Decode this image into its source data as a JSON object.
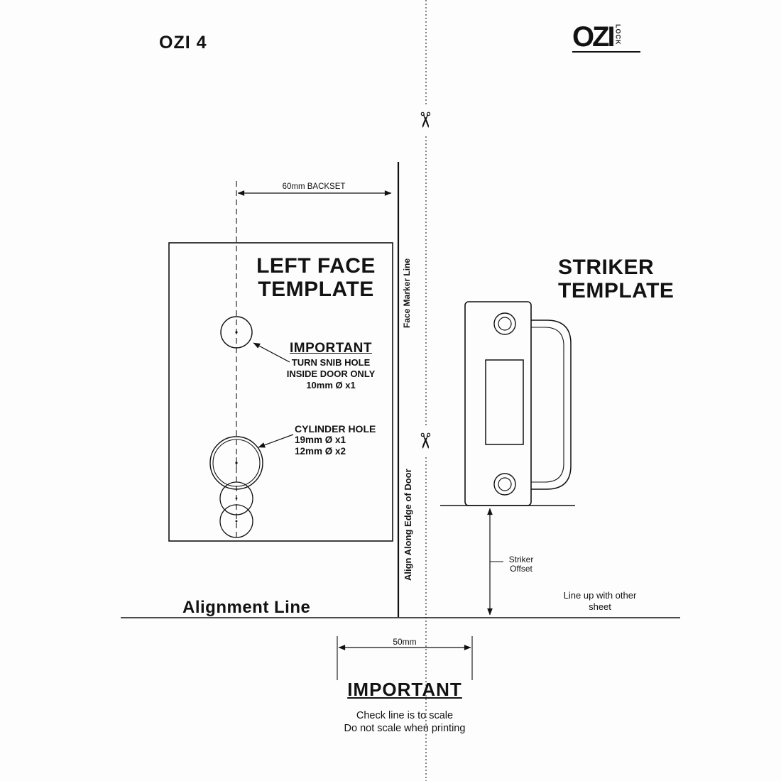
{
  "header": {
    "sheet_label": "OZI 4",
    "logo_text": "OZI",
    "logo_vertical": "LOCK"
  },
  "icons": {
    "scissors": "✂"
  },
  "left_template": {
    "title_line1": "LEFT FACE",
    "title_line2": "TEMPLATE",
    "backset_label": "60mm BACKSET",
    "important_heading": "IMPORTANT",
    "snib_lines": [
      "TURN SNIB HOLE",
      "INSIDE DOOR ONLY",
      "10mm Ø  x1"
    ],
    "cylinder_lines": [
      "CYLINDER HOLE",
      "19mm Ø  x1",
      "12mm Ø  x2"
    ],
    "face_marker_label": "Face Marker Line",
    "edge_label": "Align Along Edge of Door"
  },
  "striker_template": {
    "title_line1": "STRIKER",
    "title_line2": "TEMPLATE",
    "offset_label_line1": "Striker",
    "offset_label_line2": "Offset"
  },
  "footer": {
    "alignment_label": "Alignment Line",
    "lineup_line1": "Line up with other",
    "lineup_line2": "sheet",
    "dimension_label": "50mm",
    "important_heading": "IMPORTANT",
    "note_line1": "Check line is to scale",
    "note_line2": "Do not scale when printing"
  }
}
